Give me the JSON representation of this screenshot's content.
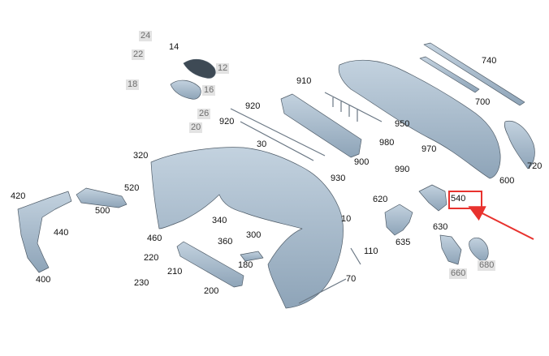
{
  "diagram": {
    "callouts": [
      {
        "id": "24",
        "text": "24",
        "boxed": true
      },
      {
        "id": "14",
        "text": "14",
        "boxed": false
      },
      {
        "id": "22",
        "text": "22",
        "boxed": true
      },
      {
        "id": "12",
        "text": "12",
        "boxed": true
      },
      {
        "id": "18",
        "text": "18",
        "boxed": true
      },
      {
        "id": "16",
        "text": "16",
        "boxed": true
      },
      {
        "id": "26",
        "text": "26",
        "boxed": true
      },
      {
        "id": "20",
        "text": "20",
        "boxed": true
      },
      {
        "id": "910",
        "text": "910",
        "boxed": false
      },
      {
        "id": "920a",
        "text": "920",
        "boxed": false
      },
      {
        "id": "920b",
        "text": "920",
        "boxed": false
      },
      {
        "id": "950",
        "text": "950",
        "boxed": false
      },
      {
        "id": "740",
        "text": "740",
        "boxed": false
      },
      {
        "id": "700",
        "text": "700",
        "boxed": false
      },
      {
        "id": "30",
        "text": "30",
        "boxed": false
      },
      {
        "id": "320",
        "text": "320",
        "boxed": false
      },
      {
        "id": "980",
        "text": "980",
        "boxed": false
      },
      {
        "id": "970",
        "text": "970",
        "boxed": false
      },
      {
        "id": "990",
        "text": "990",
        "boxed": false
      },
      {
        "id": "900",
        "text": "900",
        "boxed": false
      },
      {
        "id": "930",
        "text": "930",
        "boxed": false
      },
      {
        "id": "720",
        "text": "720",
        "boxed": false
      },
      {
        "id": "600",
        "text": "600",
        "boxed": false
      },
      {
        "id": "420",
        "text": "420",
        "boxed": false
      },
      {
        "id": "520",
        "text": "520",
        "boxed": false
      },
      {
        "id": "500",
        "text": "500",
        "boxed": false
      },
      {
        "id": "620",
        "text": "620",
        "boxed": false
      },
      {
        "id": "540",
        "text": "540",
        "boxed": false
      },
      {
        "id": "10",
        "text": "10",
        "boxed": false
      },
      {
        "id": "340",
        "text": "340",
        "boxed": false
      },
      {
        "id": "440",
        "text": "440",
        "boxed": false
      },
      {
        "id": "630",
        "text": "630",
        "boxed": false
      },
      {
        "id": "300",
        "text": "300",
        "boxed": false
      },
      {
        "id": "360",
        "text": "360",
        "boxed": false
      },
      {
        "id": "460",
        "text": "460",
        "boxed": false
      },
      {
        "id": "635",
        "text": "635",
        "boxed": false
      },
      {
        "id": "110",
        "text": "110",
        "boxed": false
      },
      {
        "id": "220",
        "text": "220",
        "boxed": false
      },
      {
        "id": "210",
        "text": "210",
        "boxed": false
      },
      {
        "id": "180",
        "text": "180",
        "boxed": false
      },
      {
        "id": "400",
        "text": "400",
        "boxed": false
      },
      {
        "id": "230",
        "text": "230",
        "boxed": false
      },
      {
        "id": "680",
        "text": "680",
        "boxed": true
      },
      {
        "id": "660",
        "text": "660",
        "boxed": true
      },
      {
        "id": "200",
        "text": "200",
        "boxed": false
      },
      {
        "id": "70",
        "text": "70",
        "boxed": false
      }
    ],
    "highlight": {
      "callout": "540",
      "color": "#e8322e"
    },
    "colors": {
      "part_fill": "#a9bccd",
      "part_stroke": "#4f5c68",
      "label": "#111111",
      "boxed_label_bg": "#e3e3e3",
      "boxed_label_text": "#6e6e6e"
    }
  }
}
